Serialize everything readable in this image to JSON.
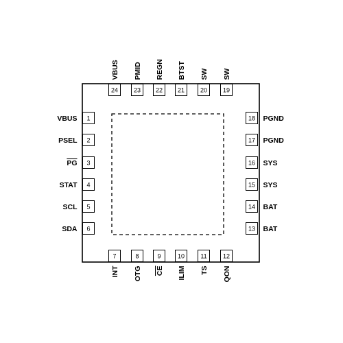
{
  "pins": {
    "left": [
      {
        "num": "1",
        "name": "VBUS"
      },
      {
        "num": "2",
        "name": "PSEL"
      },
      {
        "num": "3",
        "name": "PG",
        "overline": true
      },
      {
        "num": "4",
        "name": "STAT"
      },
      {
        "num": "5",
        "name": "SCL"
      },
      {
        "num": "6",
        "name": "SDA"
      }
    ],
    "bottom": [
      {
        "num": "7",
        "name": "INT"
      },
      {
        "num": "8",
        "name": "OTG"
      },
      {
        "num": "9",
        "name": "CE",
        "overline": true
      },
      {
        "num": "10",
        "name": "ILIM"
      },
      {
        "num": "11",
        "name": "TS"
      },
      {
        "num": "12",
        "name": "QON"
      }
    ],
    "right": [
      {
        "num": "18",
        "name": "PGND"
      },
      {
        "num": "17",
        "name": "PGND"
      },
      {
        "num": "16",
        "name": "SYS"
      },
      {
        "num": "15",
        "name": "SYS"
      },
      {
        "num": "14",
        "name": "BAT"
      },
      {
        "num": "13",
        "name": "BAT"
      }
    ],
    "top": [
      {
        "num": "24",
        "name": "VBUS"
      },
      {
        "num": "23",
        "name": "PMID"
      },
      {
        "num": "22",
        "name": "REGN"
      },
      {
        "num": "21",
        "name": "BTST"
      },
      {
        "num": "20",
        "name": "SW"
      },
      {
        "num": "19",
        "name": "SW"
      }
    ]
  }
}
